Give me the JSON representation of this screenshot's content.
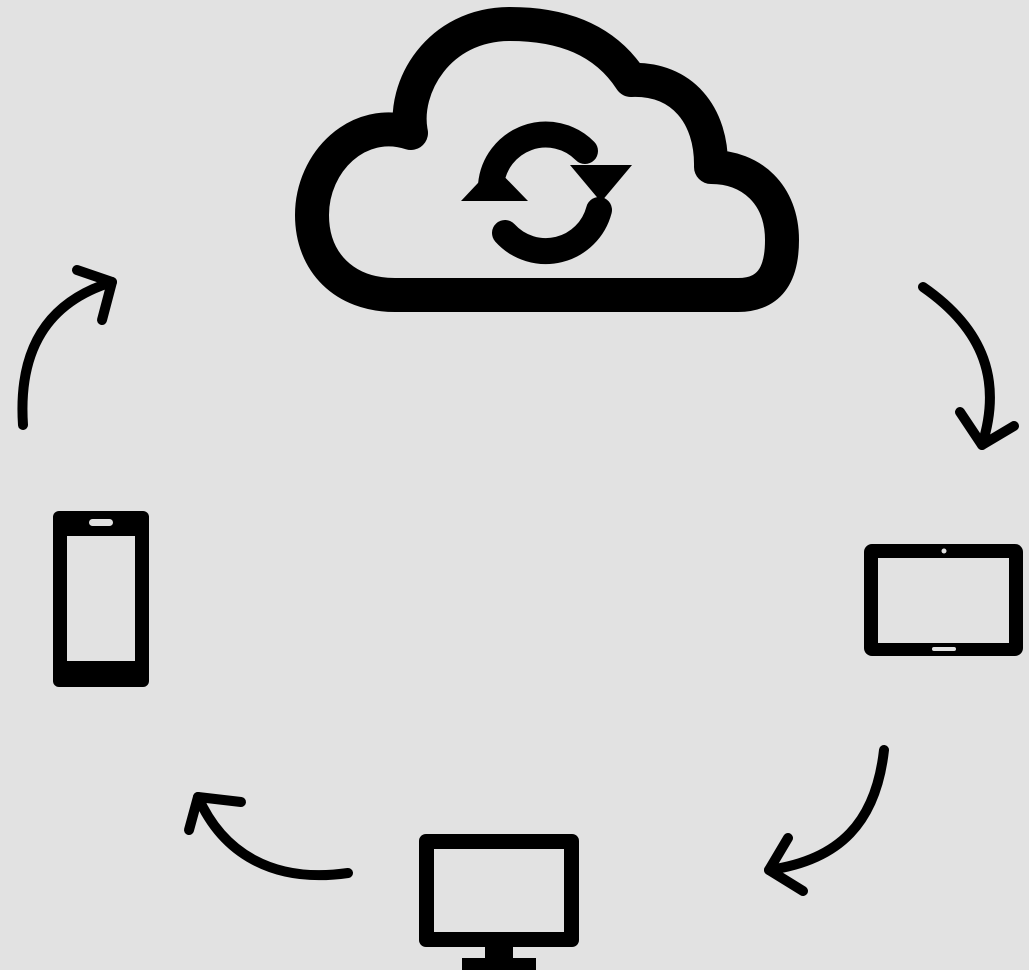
{
  "diagram": {
    "type": "cloud-sync-cycle",
    "colors": {
      "background": "#e2e2e2",
      "ink": "#000000"
    },
    "nodes": [
      {
        "id": "cloud",
        "icon": "cloud-sync-icon"
      },
      {
        "id": "tablet",
        "icon": "tablet-icon"
      },
      {
        "id": "desktop",
        "icon": "desktop-monitor-icon"
      },
      {
        "id": "phone",
        "icon": "smartphone-icon"
      }
    ],
    "edges": [
      {
        "from": "cloud",
        "to": "tablet",
        "direction": "clockwise"
      },
      {
        "from": "tablet",
        "to": "desktop",
        "direction": "clockwise"
      },
      {
        "from": "desktop",
        "to": "phone",
        "direction": "clockwise"
      },
      {
        "from": "phone",
        "to": "cloud",
        "direction": "clockwise"
      }
    ]
  }
}
